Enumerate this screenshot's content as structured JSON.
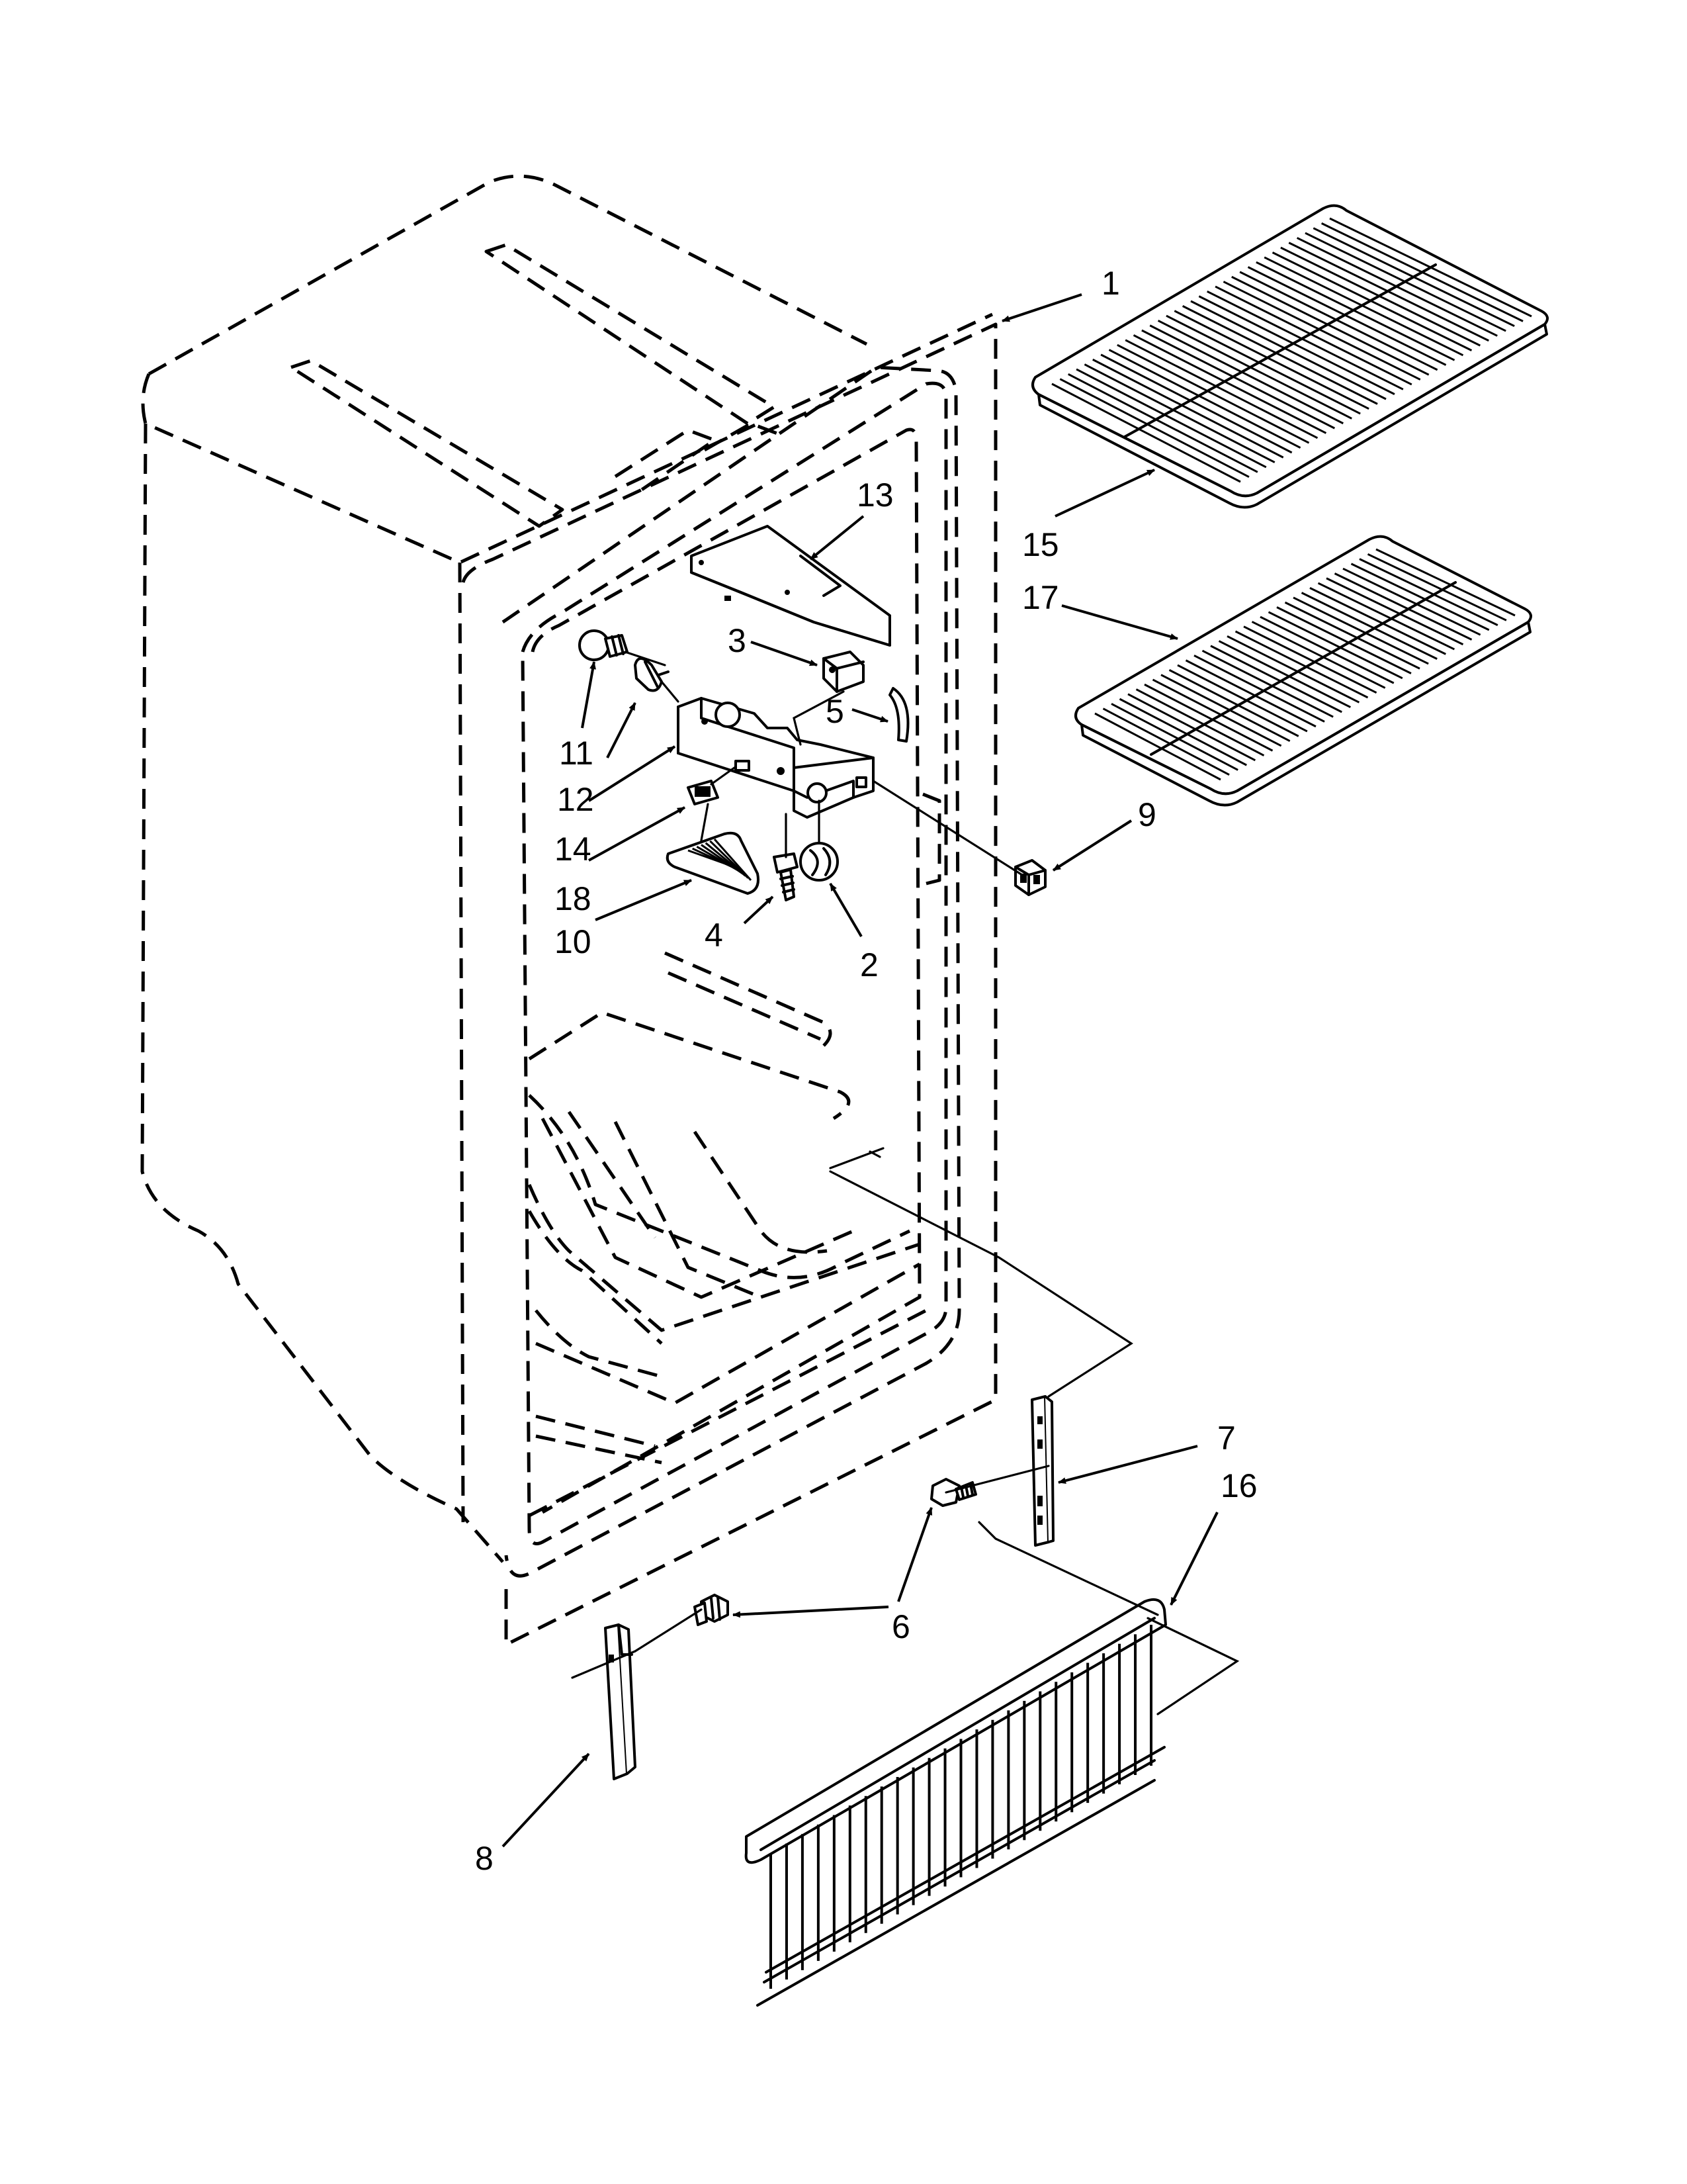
{
  "callouts": [
    {
      "id": "c1",
      "text": "1"
    },
    {
      "id": "c2",
      "text": "2"
    },
    {
      "id": "c3",
      "text": "3"
    },
    {
      "id": "c4",
      "text": "4"
    },
    {
      "id": "c5",
      "text": "5"
    },
    {
      "id": "c6",
      "text": "6"
    },
    {
      "id": "c7",
      "text": "7"
    },
    {
      "id": "c8",
      "text": "8"
    },
    {
      "id": "c9",
      "text": "9"
    },
    {
      "id": "c10",
      "text": "10"
    },
    {
      "id": "c11",
      "text": "11"
    },
    {
      "id": "c12",
      "text": "12"
    },
    {
      "id": "c13",
      "text": "13"
    },
    {
      "id": "c14",
      "text": "14"
    },
    {
      "id": "c15",
      "text": "15"
    },
    {
      "id": "c16",
      "text": "16"
    },
    {
      "id": "c17",
      "text": "17"
    },
    {
      "id": "c18",
      "text": "18"
    }
  ]
}
